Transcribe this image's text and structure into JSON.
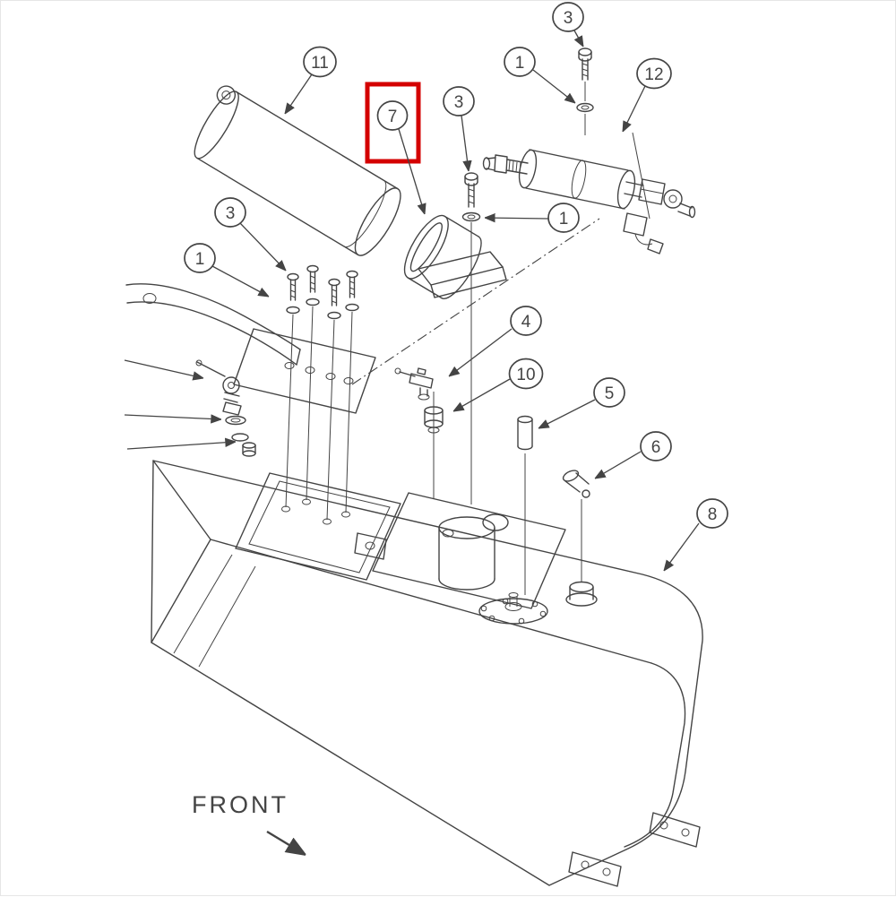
{
  "diagram": {
    "type": "exploded-parts-diagram",
    "front_label": "FRONT",
    "highlighted_callout": "7",
    "colors": {
      "line": "#444444",
      "background": "#ffffff",
      "highlight": "#d40000"
    },
    "callouts": [
      {
        "id": "callout-3-top-right",
        "label": "3",
        "highlighted": false
      },
      {
        "id": "callout-1-pump-washer",
        "label": "1",
        "highlighted": false
      },
      {
        "id": "callout-12-pump",
        "label": "12",
        "highlighted": false
      },
      {
        "id": "callout-11-canister",
        "label": "11",
        "highlighted": false
      },
      {
        "id": "callout-7-mount-cup",
        "label": "7",
        "highlighted": true
      },
      {
        "id": "callout-3-center-screw",
        "label": "3",
        "highlighted": false
      },
      {
        "id": "callout-1-center-washer",
        "label": "1",
        "highlighted": false
      },
      {
        "id": "callout-3-left-screws",
        "label": "3",
        "highlighted": false
      },
      {
        "id": "callout-1-left-washers",
        "label": "1",
        "highlighted": false
      },
      {
        "id": "callout-4-valve",
        "label": "4",
        "highlighted": false
      },
      {
        "id": "callout-10-fitting",
        "label": "10",
        "highlighted": false
      },
      {
        "id": "callout-5-float",
        "label": "5",
        "highlighted": false
      },
      {
        "id": "callout-6-elbow",
        "label": "6",
        "highlighted": false
      },
      {
        "id": "callout-8-tank",
        "label": "8",
        "highlighted": false
      }
    ]
  }
}
